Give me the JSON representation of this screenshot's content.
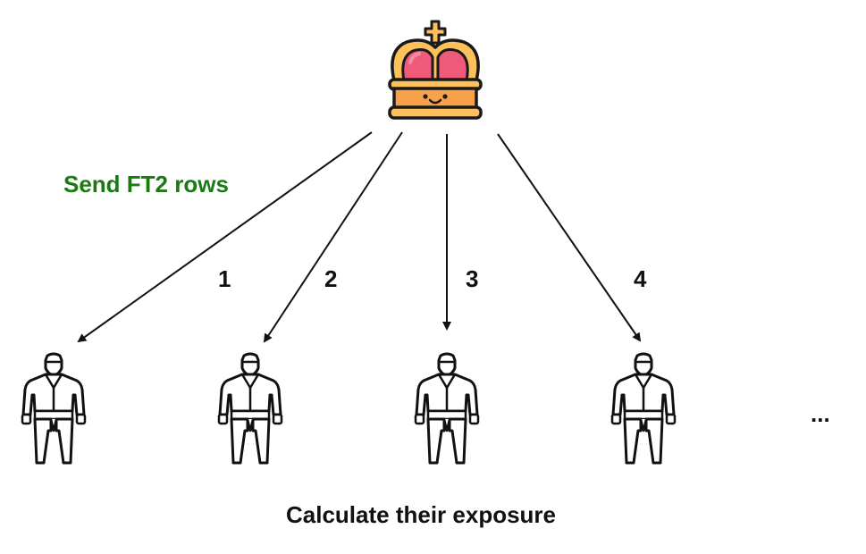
{
  "title": "Send FT2 rows",
  "arrows": [
    {
      "label": "1"
    },
    {
      "label": "2"
    },
    {
      "label": "3"
    },
    {
      "label": "4"
    }
  ],
  "more_indicator": "...",
  "caption": "Calculate their exposure",
  "icons": {
    "top": "crown-icon",
    "bottom": "person-icon"
  },
  "colors": {
    "title": "#1b7a12",
    "text": "#111111",
    "crown_outline": "#1a1a1a",
    "crown_gold": "#fdc05a",
    "crown_orange": "#f7a24a",
    "crown_red": "#f05a7a",
    "crown_pink": "#f78ba0"
  }
}
